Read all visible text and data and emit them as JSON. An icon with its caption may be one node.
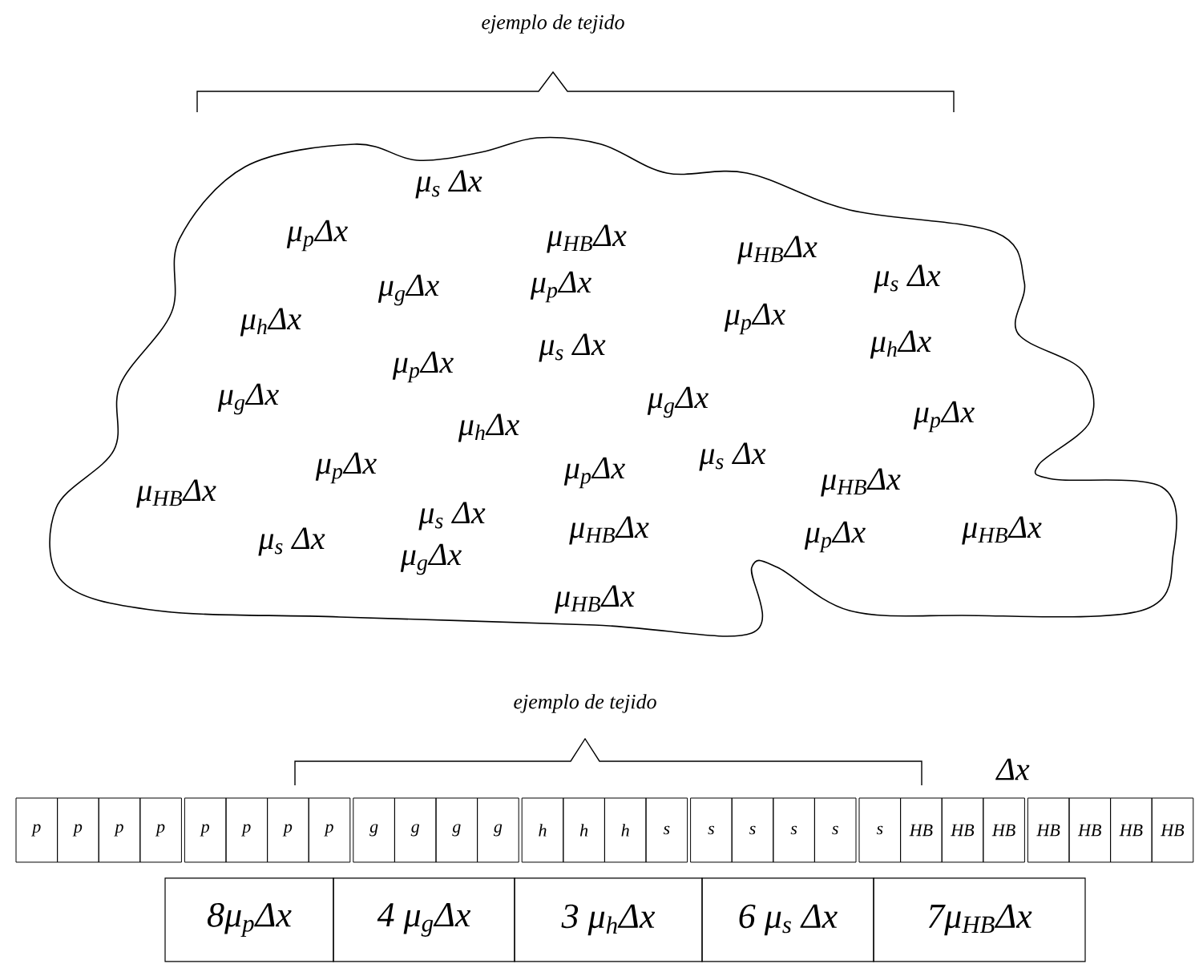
{
  "diagram": {
    "nodes": [
      {
        "text": [
          "μ$_{s}$ Δx",
          "μ$_{p}$Δx",
          "μ$_{HB}$Δx",
          "μ$_{HB}$Δx",
          "μ$_{s}$ Δx",
          "μ$_{g}$Δx",
          "μ$_{p}$Δx",
          "μ$_{h}$Δx",
          "μ$_{p}$Δx",
          "μ$_{h}$Δx",
          "μ$_{p}$Δx",
          "μ$_{s}$ Δx",
          "μ$_{g}$Δx",
          "μ$_{g}$Δx",
          "μ$_{p}$Δx",
          "μ$_{h}$Δx",
          "μ$_{p}$Δx",
          "μ$_{p}$Δx",
          "μ$_{s}$ Δx",
          "μ$_{HB}$Δx",
          "μ$_{HB}$Δx",
          "μ$_{s}$ Δx",
          "μ$_{s}$ Δx",
          "μ$_{HB}$Δx",
          "μ$_{p}$Δx",
          "μ$_{HB}$Δx",
          "μ$_{g}$Δx",
          "μ$_{HB}$Δx"
        ]
      },
      {
        "text": [
          "p"
        ]
      },
      {
        "text": [
          "p"
        ]
      },
      {
        "text": [
          "p"
        ]
      },
      {
        "text": [
          "p"
        ]
      },
      {
        "text": [
          "p"
        ]
      },
      {
        "text": [
          "p"
        ]
      },
      {
        "text": [
          "p"
        ]
      },
      {
        "text": [
          "p"
        ]
      },
      {
        "text": [
          "g"
        ]
      },
      {
        "text": [
          "g"
        ]
      },
      {
        "text": [
          "g"
        ]
      },
      {
        "text": [
          "g"
        ]
      },
      {
        "text": [
          "h"
        ]
      },
      {
        "text": [
          "h"
        ]
      },
      {
        "text": [
          "h"
        ]
      },
      {
        "text": [
          "s"
        ]
      },
      {
        "text": [
          "s"
        ]
      },
      {
        "text": [
          "s"
        ]
      },
      {
        "text": [
          "s"
        ]
      },
      {
        "text": [
          "s"
        ]
      },
      {
        "text": [
          "s"
        ]
      },
      {
        "text": [
          "HB"
        ]
      },
      {
        "text": [
          "HB"
        ]
      },
      {
        "text": [
          "HB"
        ]
      },
      {
        "text": [
          "HB"
        ]
      },
      {
        "text": [
          "HB"
        ]
      },
      {
        "text": [
          "HB"
        ]
      },
      {
        "text": [
          "HB"
        ]
      },
      {
        "text": [
          "8μ$_{p}$Δx"
        ]
      },
      {
        "text": [
          "4 μ$_{g}$Δx"
        ]
      },
      {
        "text": [
          "3 μ$_{h}$Δx"
        ]
      },
      {
        "text": [
          "6 μ$_{s}$ Δx"
        ]
      },
      {
        "text": [
          "7μ$_{HB}$Δx"
        ]
      }
    ],
    "edges": [],
    "labels": [
      "ejemplo de tejido",
      "ejemplo de tejido",
      "Δx"
    ]
  }
}
